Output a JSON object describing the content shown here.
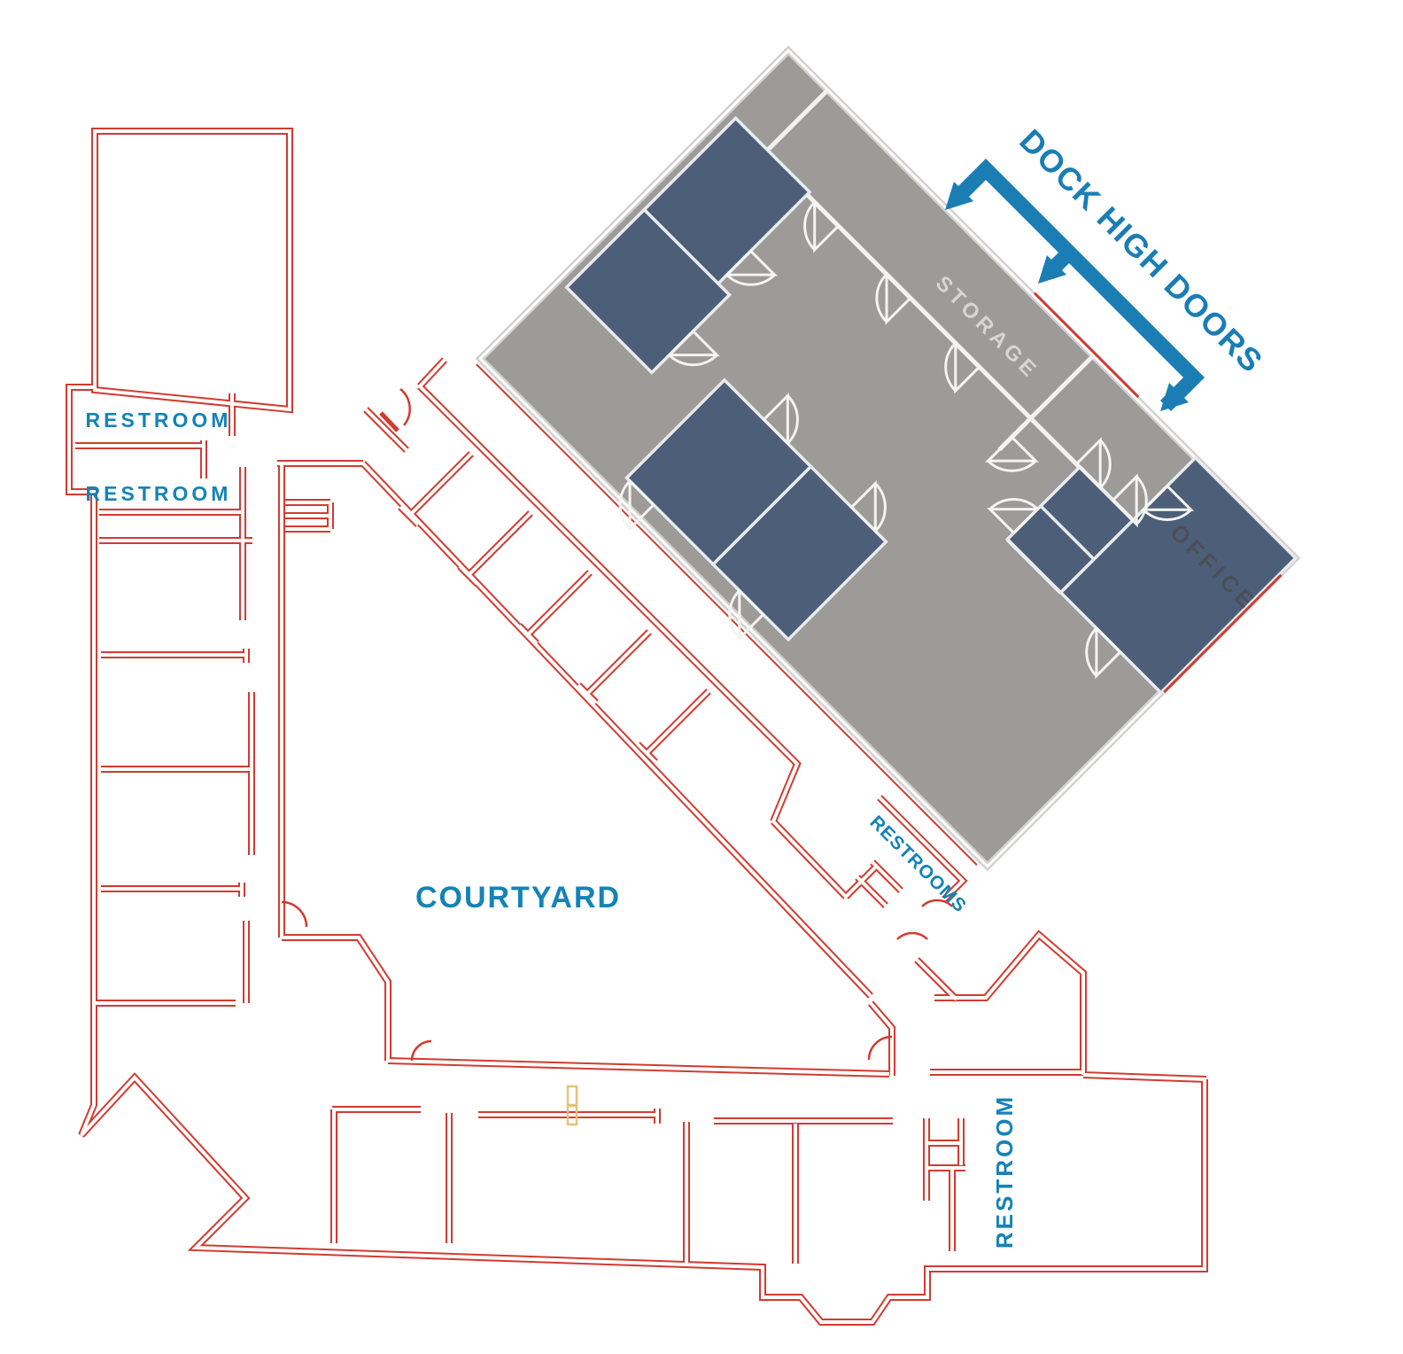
{
  "labels": {
    "restroom_upper": "RESTROOM",
    "restroom_lower": "RESTROOM",
    "restrooms_corridor": "RESTROOMS",
    "restroom_bottom": "RESTROOM",
    "courtyard": "COURTYARD",
    "storage": "STORAGE",
    "office": "OFFICE",
    "dock_high_doors": "DOCK HIGH DOORS"
  },
  "colors": {
    "wall_red": "#d23b30",
    "label_teal": "#1583b5",
    "dock_blue": "#1a7eb5",
    "building_gray": "#9c9b98",
    "building_edge": "#d2d1cf",
    "room_blue": "#4d5f78",
    "wall_white": "#f2f2f0",
    "storage_text": "#d6d5d3",
    "office_text": "#4a4f58",
    "marker_yellow": "#e5c17b"
  }
}
